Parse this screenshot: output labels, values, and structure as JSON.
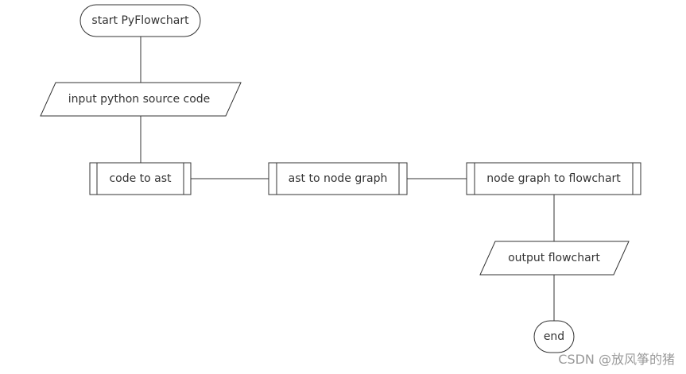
{
  "flowchart": {
    "start": "start PyFlowchart",
    "input": "input python source code",
    "sub1": "code to ast",
    "sub2": "ast to node graph",
    "sub3": "node graph to flowchart",
    "output": "output flowchart",
    "end": "end"
  },
  "watermark": "CSDN @放风筝的猪",
  "colors": {
    "stroke": "#333333",
    "text": "#333333",
    "background": "#ffffff",
    "watermark": "#9a9a9a"
  }
}
